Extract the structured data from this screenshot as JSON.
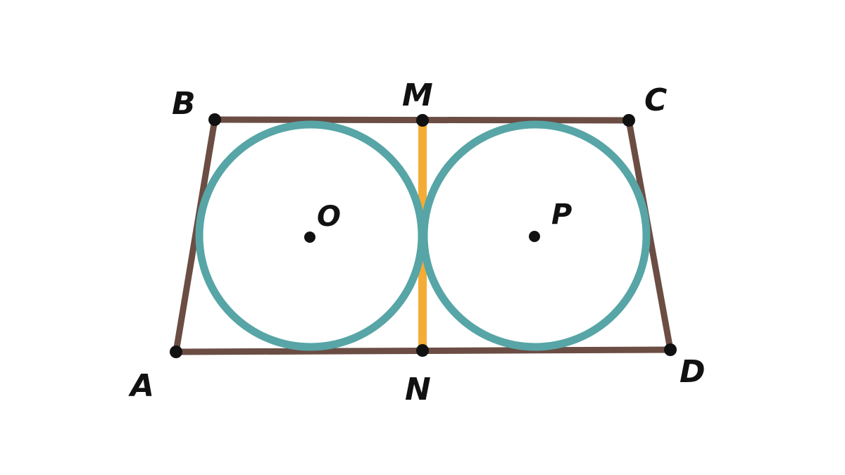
{
  "figure": {
    "points": {
      "A": "A",
      "B": "B",
      "C": "C",
      "D": "D",
      "M": "M",
      "N": "N",
      "O": "O",
      "P": "P"
    },
    "colors": {
      "trapezoid": "#6b4d44",
      "circles": "#57a5a6",
      "segment_mn": "#f4ac36",
      "points": "#111111",
      "background": "#ffffff"
    }
  }
}
